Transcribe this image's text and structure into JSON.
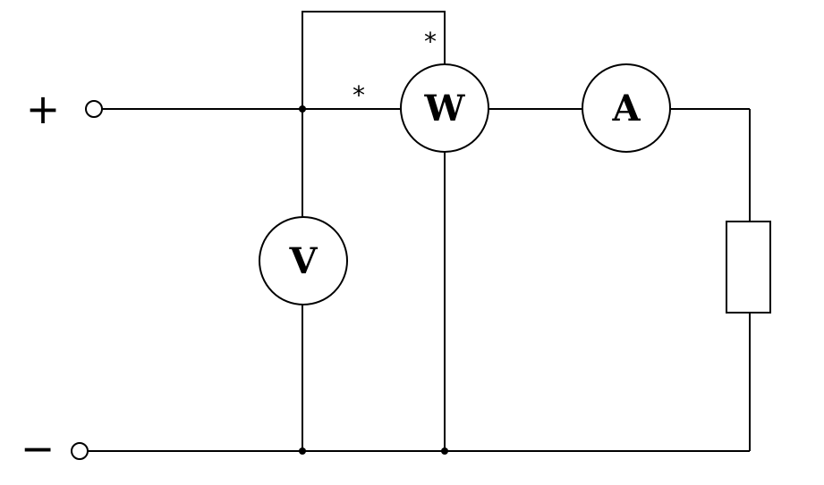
{
  "diagram": {
    "type": "circuit",
    "terminals": {
      "positive_sign": "+",
      "negative_sign": "−"
    },
    "meters": {
      "wattmeter": "W",
      "ammeter": "A",
      "voltmeter": "V"
    },
    "polarity_marks": {
      "wattmeter_voltage_coil": "*",
      "wattmeter_current_coil": "*"
    },
    "colors": {
      "line": "#000000",
      "background": "#ffffff"
    }
  }
}
